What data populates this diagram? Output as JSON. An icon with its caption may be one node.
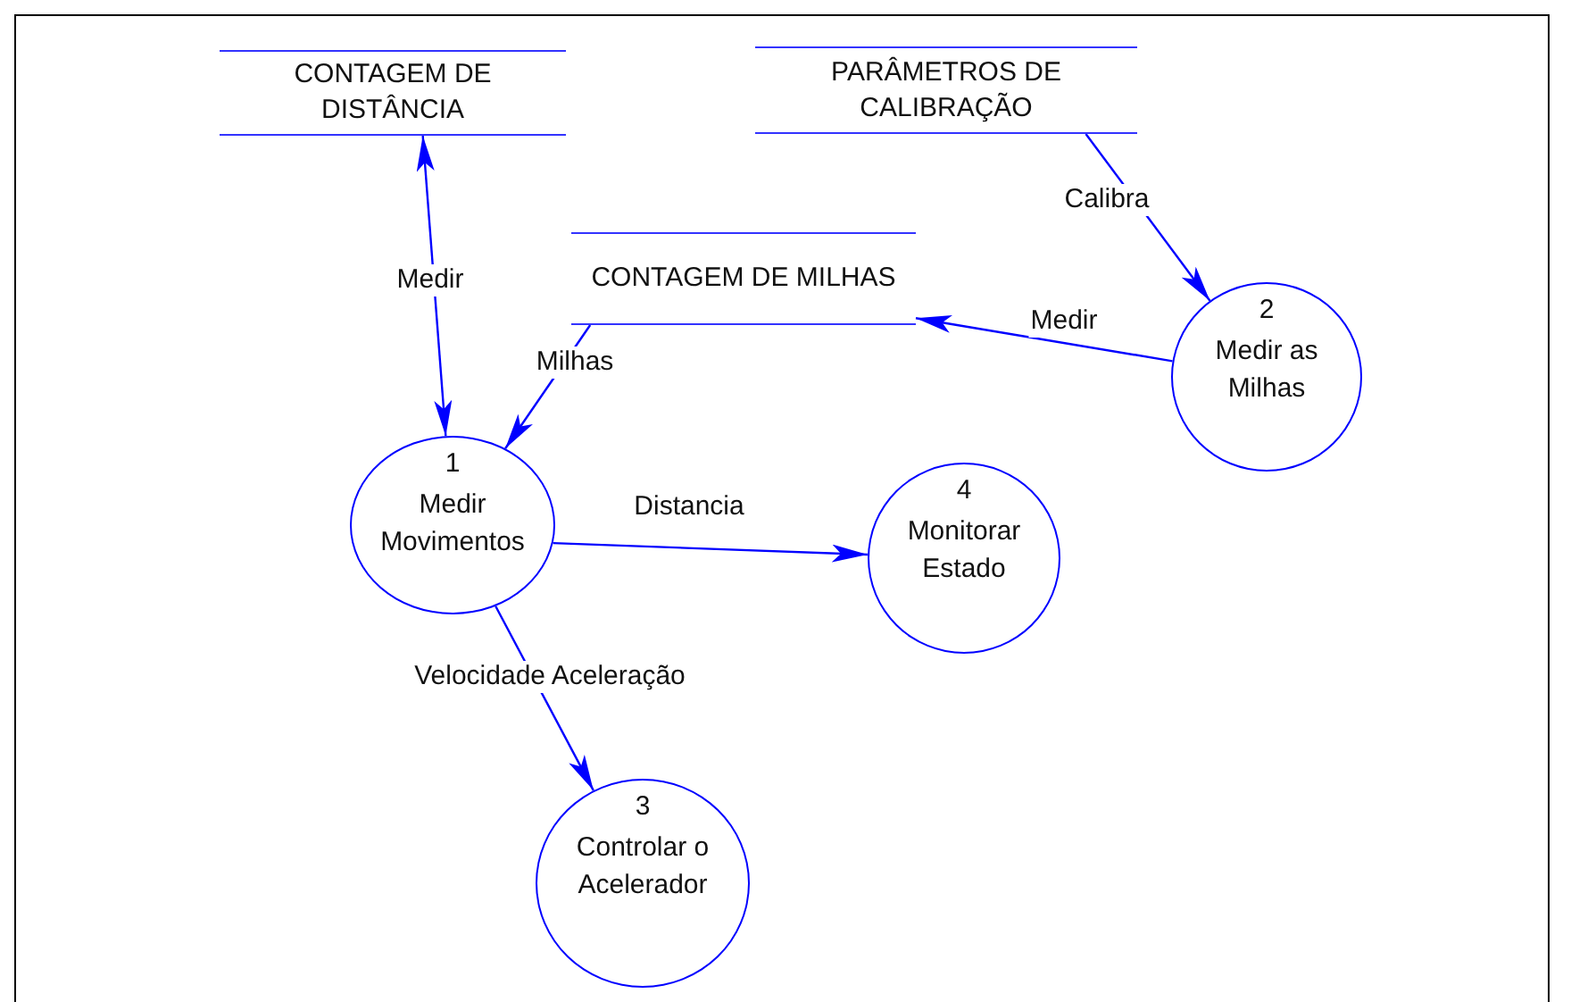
{
  "diagram": {
    "nodes": [
      {
        "text": [
          "CONTAGEM DE DISTÂNCIA"
        ]
      },
      {
        "text": [
          "PARÂMETROS DE CALIBRAÇÃO"
        ]
      },
      {
        "text": [
          "CONTAGEM DE MILHAS"
        ]
      },
      {
        "text": [
          "1",
          "Medir Movimentos"
        ]
      },
      {
        "text": [
          "2",
          "Medir as Milhas"
        ]
      },
      {
        "text": [
          "4",
          "Monitorar Estado"
        ]
      },
      {
        "text": [
          "3",
          "Controlar o Acelerador"
        ]
      }
    ],
    "edges": [
      {
        "from": 0,
        "to": 3,
        "arrow": "both",
        "label": "Medir"
      },
      {
        "from": 2,
        "to": 3,
        "arrow": "to",
        "label": "Milhas"
      },
      {
        "from": 1,
        "to": 4,
        "arrow": "to",
        "label": "Calibra"
      },
      {
        "from": 4,
        "to": 2,
        "arrow": "to",
        "label": "Medir"
      },
      {
        "from": 3,
        "to": 5,
        "arrow": "to",
        "label": "Distancia"
      },
      {
        "from": 3,
        "to": 6,
        "arrow": "to",
        "label": "Velocidade Aceleração"
      }
    ]
  }
}
